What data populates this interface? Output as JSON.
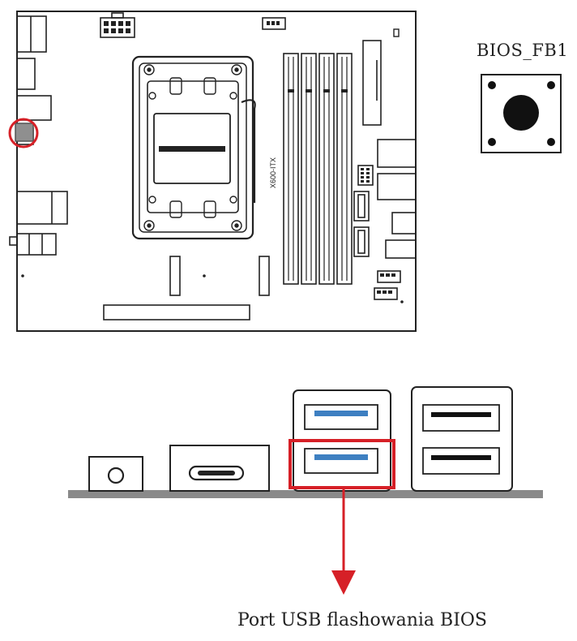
{
  "board_model": "X600-ITX",
  "bios_button_label": "BIOS_FB1",
  "port_caption": "Port USB flashowania BIOS",
  "colors": {
    "highlight": "#d62027",
    "usb3_tab": "#3d7fc1",
    "usb2_tab": "#111111",
    "io_rail": "#8a8a8a",
    "line": "#222222"
  }
}
